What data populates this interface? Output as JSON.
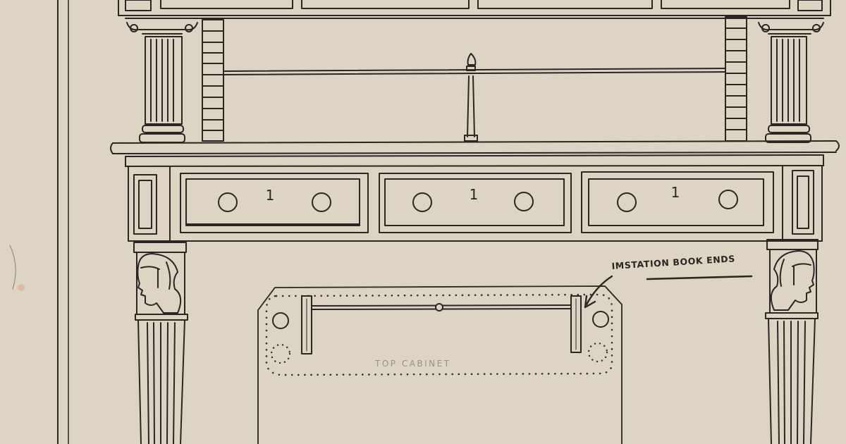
{
  "annotations": {
    "book_ends": "IMSTATION BOOK ENDS",
    "top_cabinet": "TOP CABINET"
  },
  "drawer_marks": [
    "1",
    "1",
    "1"
  ],
  "colors": {
    "paper": "#ddd4c4",
    "ink": "#2b2622",
    "dotted_ink": "#3a342e"
  }
}
